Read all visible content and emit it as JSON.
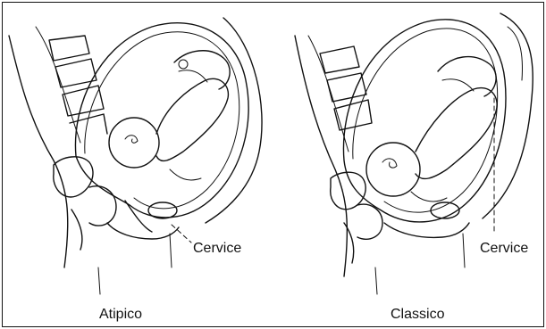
{
  "panels": [
    {
      "caption": "Atipico",
      "pointer_label": "Cervice"
    },
    {
      "caption": "Classico",
      "pointer_label": "Cervice"
    }
  ],
  "colors": {
    "ink": "#111111",
    "background": "#ffffff"
  }
}
